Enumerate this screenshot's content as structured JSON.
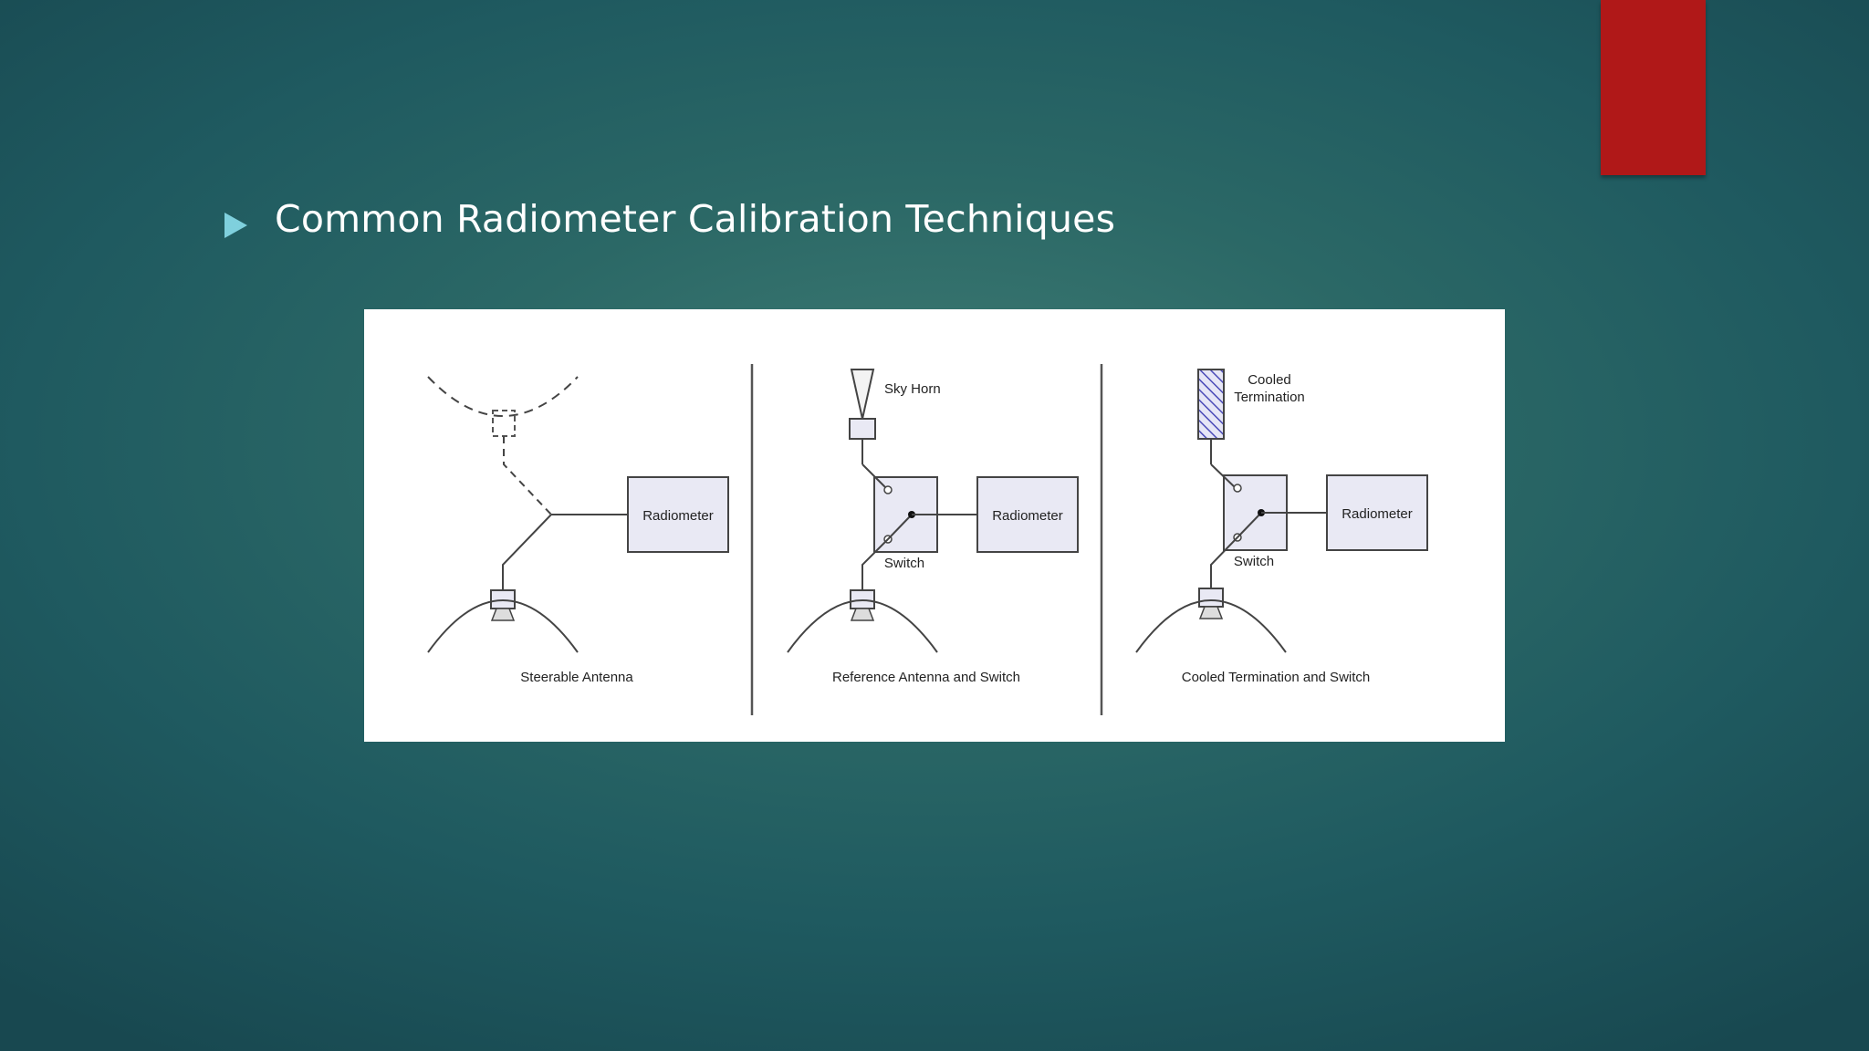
{
  "slide": {
    "bullet_text": "Common Radiometer Calibration Techniques"
  },
  "colors": {
    "accent_bar": "#b01818",
    "bullet_arrow": "#7fd0dd",
    "background": "#2b6866"
  },
  "figure": {
    "panels": [
      {
        "caption": "Steerable Antenna",
        "radiometer_label": "Radiometer"
      },
      {
        "caption": "Reference Antenna and Switch",
        "radiometer_label": "Radiometer",
        "sky_horn_label": "Sky Horn",
        "switch_label": "Switch"
      },
      {
        "caption": "Cooled Termination and Switch",
        "radiometer_label": "Radiometer",
        "termination_label_line1": "Cooled",
        "termination_label_line2": "Termination",
        "switch_label": "Switch"
      }
    ]
  }
}
